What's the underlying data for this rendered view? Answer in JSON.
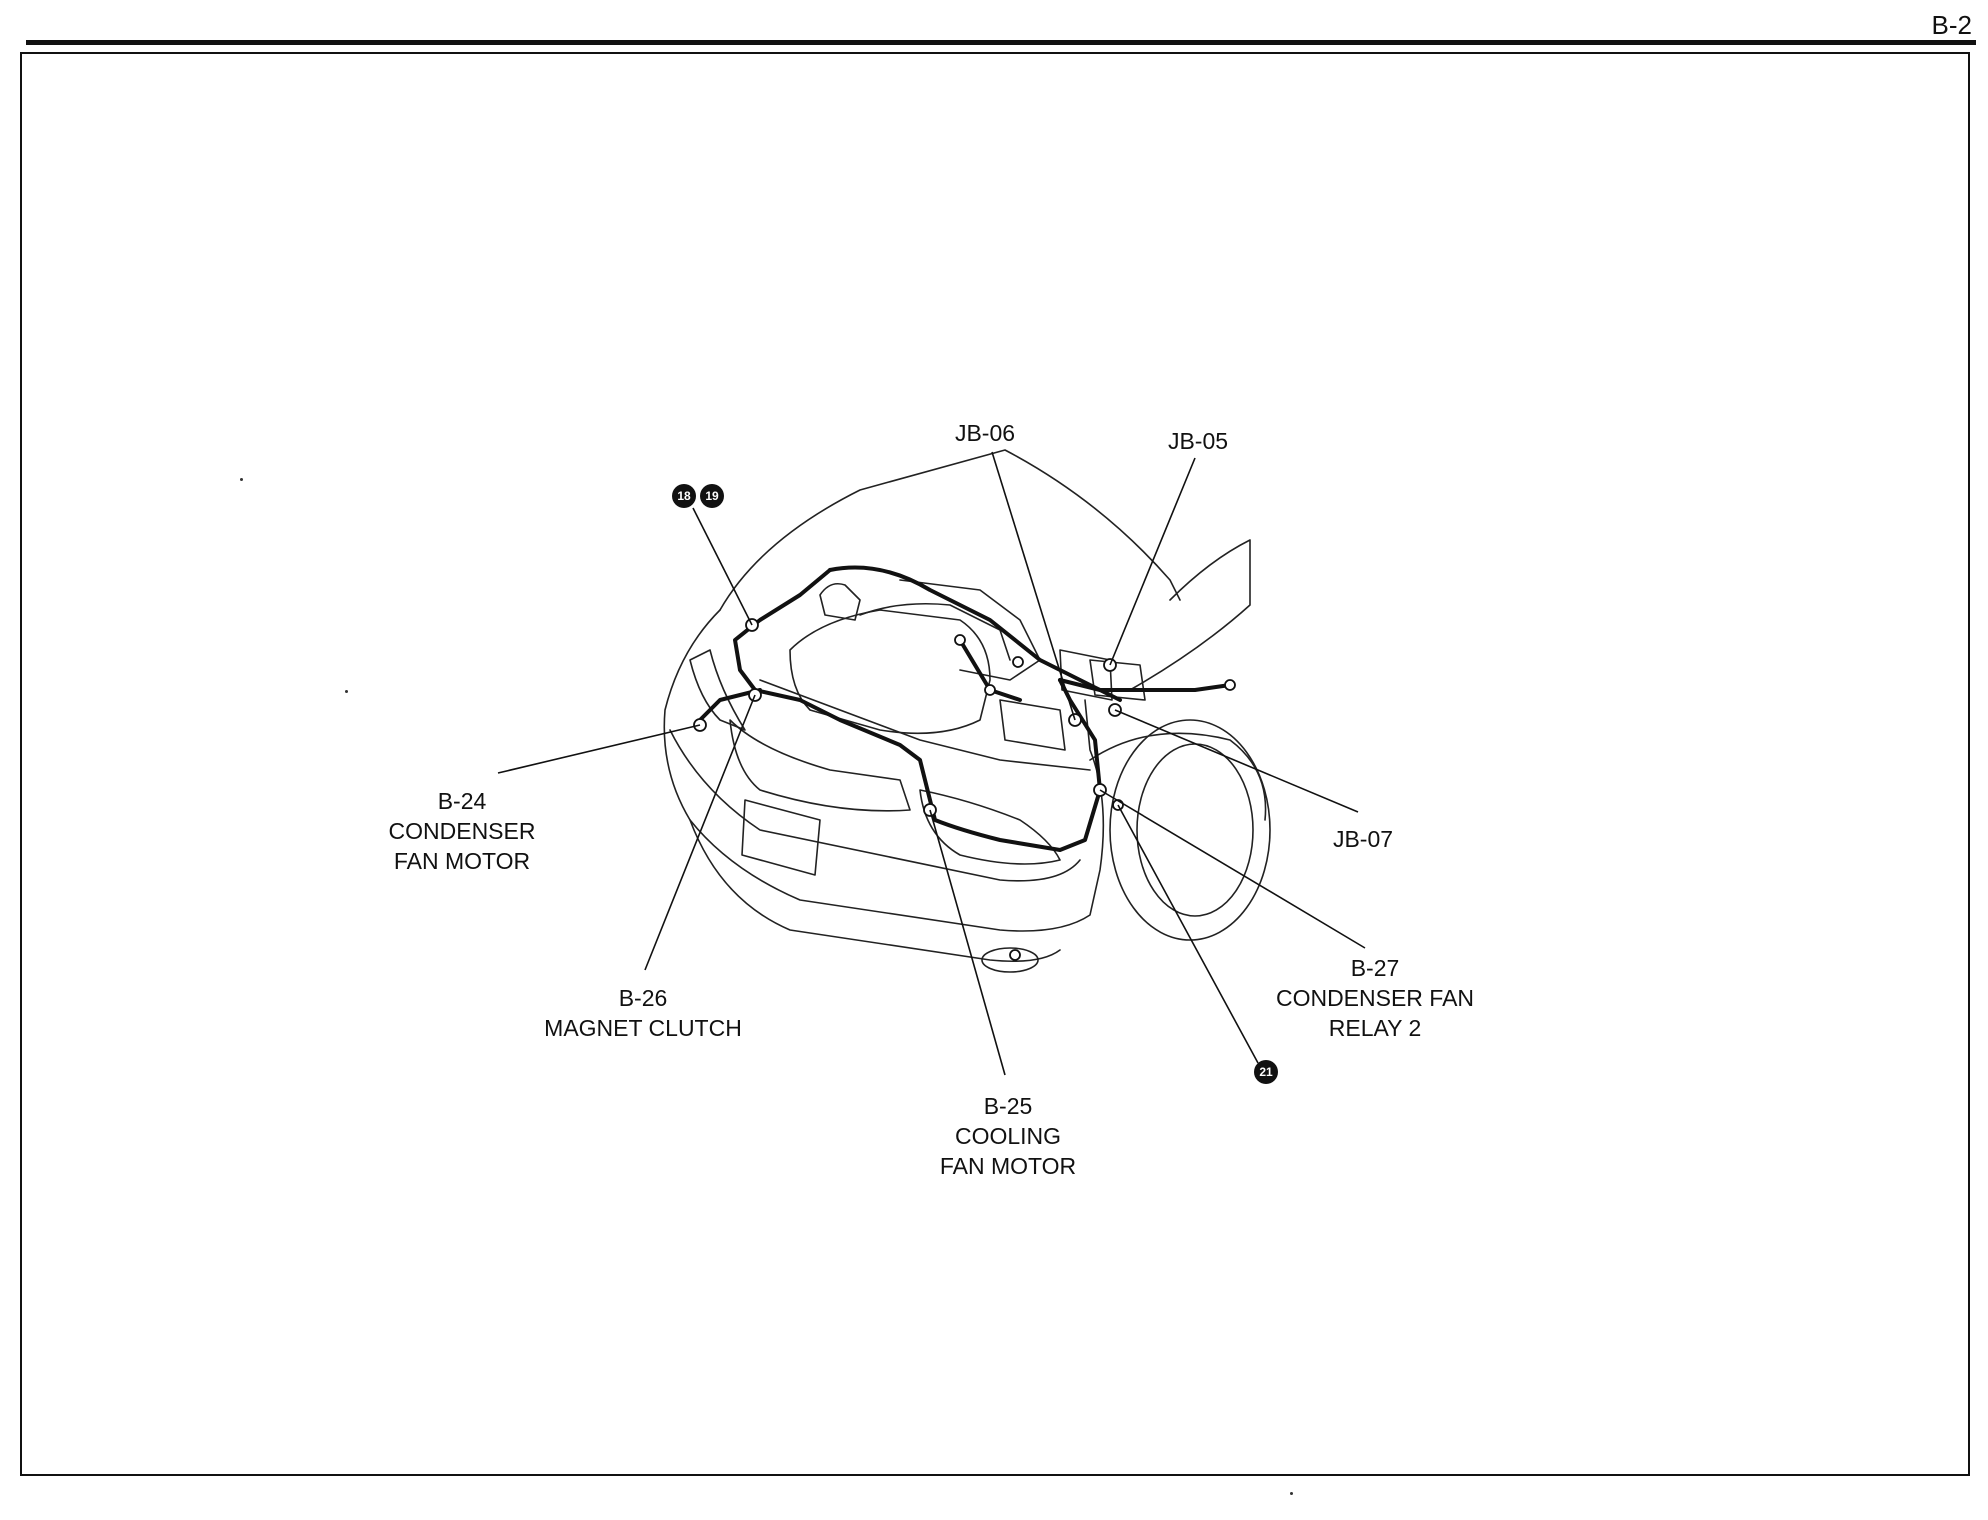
{
  "page": {
    "number": "B-2"
  },
  "callouts": {
    "jb06": {
      "code": "JB-06"
    },
    "jb05": {
      "code": "JB-05"
    },
    "jb07": {
      "code": "JB-07"
    },
    "b24": {
      "code": "B-24",
      "line1": "CONDENSER",
      "line2": "FAN MOTOR"
    },
    "b26": {
      "code": "B-26",
      "line1": "MAGNET CLUTCH"
    },
    "b25": {
      "code": "B-25",
      "line1": "COOLING",
      "line2": "FAN MOTOR"
    },
    "b27": {
      "code": "B-27",
      "line1": "CONDENSER FAN",
      "line2": "RELAY 2"
    }
  },
  "ground_badges": {
    "g18": "18",
    "g19": "19",
    "g21": "21"
  }
}
